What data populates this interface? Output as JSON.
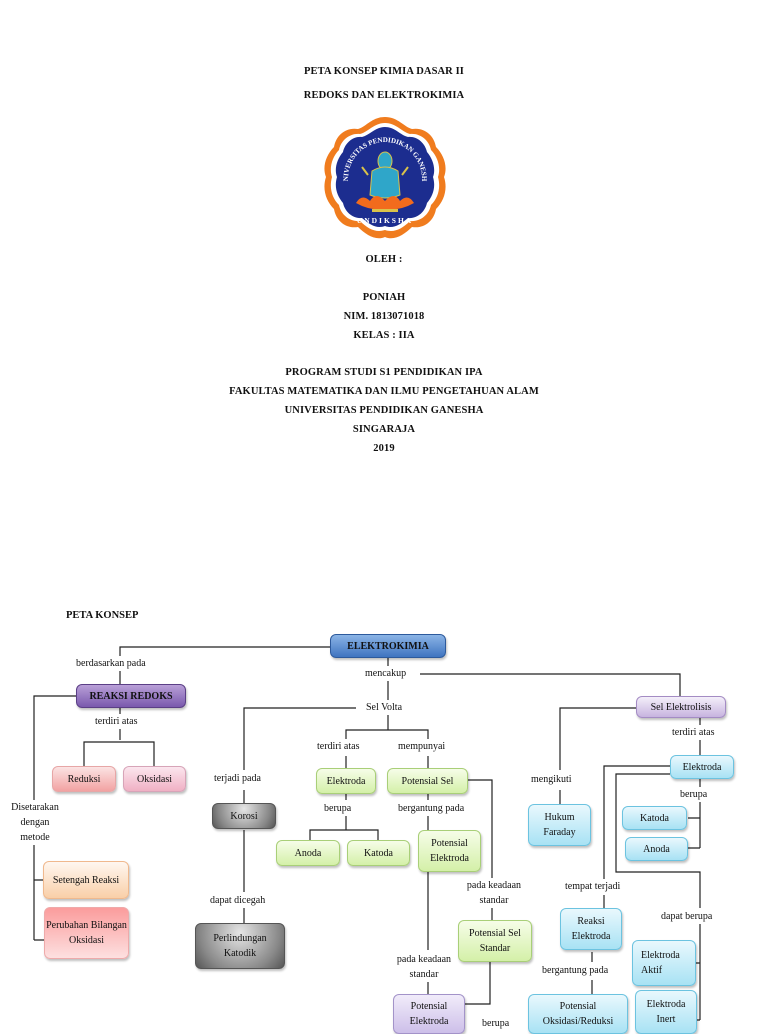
{
  "cover": {
    "title_line1": "PETA KONSEP KIMIA DASAR II",
    "title_line2": "REDOKS DAN ELEKTROKIMIA",
    "logo": {
      "icon": "university-crest-icon",
      "arc_text": "UNIVERSITAS PENDIDIKAN GANESHA",
      "bottom_text": "UNDIKSHA",
      "colors": {
        "outer": "#f07c1e",
        "field": "#1c2d8f",
        "figure": "#2fa6c9",
        "lotus": "#f26b1d"
      }
    },
    "by_label": "OLEH :",
    "author_name": "PONIAH",
    "nim": "NIM. 1813071018",
    "class": "KELAS : IIA",
    "program": "PROGRAM STUDI S1 PENDIDIKAN IPA",
    "faculty": "FAKULTAS MATEMATIKA DAN ILMU PENGETAHUAN ALAM",
    "university": "UNIVERSITAS PENDIDIKAN GANESHA",
    "city": "SINGARAJA",
    "year": "2019"
  },
  "concept_map": {
    "heading": "PETA KONSEP",
    "nodes": {
      "elektrokimia": "ELEKTROKIMIA",
      "reaksi_redoks": "REAKSI REDOKS",
      "reduksi": "Reduksi",
      "oksidasi": "Oksidasi",
      "setengah_reaksi": "Setengah Reaksi",
      "perubahan_bilangan_oksidasi": "Perubahan Bilangan Oksidasi",
      "korosi": "Korosi",
      "perlindungan_katodik": "Perlindungan Katodik",
      "elektroda_volta": "Elektroda",
      "potensial_sel": "Potensial Sel",
      "anoda_volta": "Anoda",
      "katoda_volta": "Katoda",
      "potensial_elektroda": "Potensial Elektroda",
      "potensial_sel_standar": "Potensial Sel Standar",
      "potensial_elektroda_standar": "Potensial Elektroda",
      "sel_elektrolisis": "Sel Elektrolisis",
      "hukum_faraday": "Hukum Faraday",
      "elektroda_elektrolisis": "Elektroda",
      "katoda_elektrolisis": "Katoda",
      "anoda_elektrolisis": "Anoda",
      "reaksi_elektroda": "Reaksi Elektroda",
      "potensial_oksidasi_reduksi": "Potensial Oksidasi/Reduksi",
      "elektroda_aktif": "Elektroda Aktif",
      "elektroda_inert": "Elektroda Inert"
    },
    "links": {
      "berdasarkan_pada": "berdasarkan pada",
      "mencakup": "mencakup",
      "sel_volta": "Sel Volta",
      "terdiri_atas_redoks": "terdiri atas",
      "disetarakan": "Disetarakan dengan metode",
      "terjadi_pada": "terjadi pada",
      "dapat_dicegah": "dapat dicegah",
      "terdiri_atas_volta": "terdiri atas",
      "mempunyai": "mempunyai",
      "berupa_volta": "berupa",
      "bergantung_pada_volta": "bergantung pada",
      "pada_keadaan_standar_1": "pada keadaan standar",
      "pada_keadaan_standar_2": "pada keadaan standar",
      "berupa_bottom": "berupa",
      "mengikuti": "mengikuti",
      "terdiri_atas_elektrolisis": "terdiri atas",
      "berupa_elektrolisis": "berupa",
      "tempat_terjadi": "tempat terjadi",
      "dapat_berupa": "dapat berupa",
      "bergantung_pada_elektrolisis": "bergantung pada"
    }
  }
}
